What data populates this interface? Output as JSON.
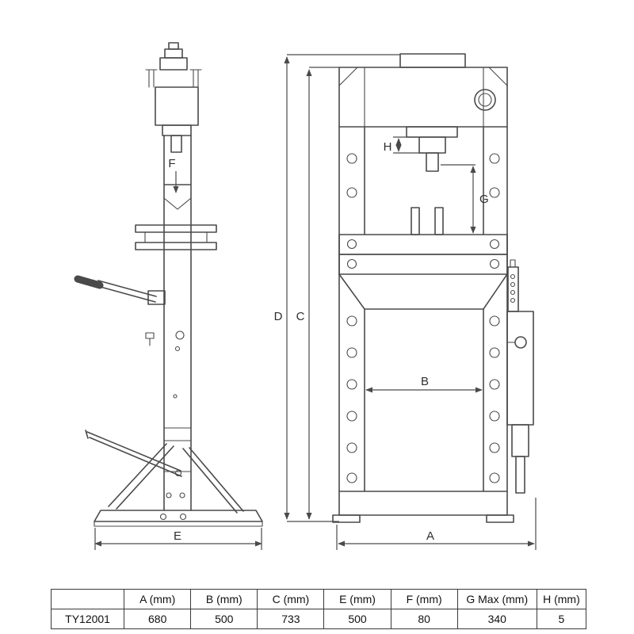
{
  "dims": {
    "A": "A",
    "B": "B",
    "C": "C",
    "D": "D",
    "E": "E",
    "F": "F",
    "G": "G",
    "H": "H"
  },
  "table": {
    "headers": [
      "",
      "A (mm)",
      "B (mm)",
      "C (mm)",
      "E (mm)",
      "F (mm)",
      "G Max (mm)",
      "H (mm)"
    ],
    "rows": [
      [
        "TY12001",
        "680",
        "500",
        "733",
        "500",
        "80",
        "340",
        "5"
      ]
    ]
  },
  "colors": {
    "line": "#4a4a4a",
    "text": "#2f2f2f",
    "background": "#ffffff"
  }
}
